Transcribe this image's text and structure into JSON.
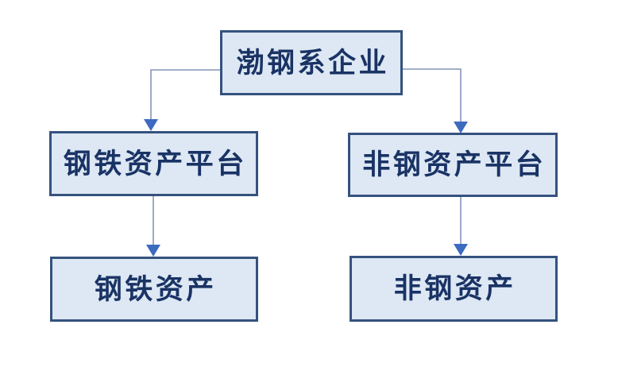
{
  "diagram": {
    "type": "org-chart",
    "nodes": {
      "root": {
        "label": "渤钢系企业"
      },
      "steel_platform": {
        "label": "钢铁资产平台"
      },
      "nonsteel_platform": {
        "label": "非钢资产平台"
      },
      "steel_assets": {
        "label": "钢铁资产"
      },
      "nonsteel_assets": {
        "label": "非钢资产"
      }
    },
    "edges": [
      {
        "from": "root",
        "to": "steel_platform"
      },
      {
        "from": "root",
        "to": "nonsteel_platform"
      },
      {
        "from": "steel_platform",
        "to": "steel_assets"
      },
      {
        "from": "nonsteel_platform",
        "to": "nonsteel_assets"
      }
    ],
    "colors": {
      "background": "#ffffff",
      "box_fill": "#dde8f4",
      "box_border": "#35527e",
      "text": "#1a3365",
      "connector_line": "#8494b8",
      "arrow": "#3c6bc0"
    }
  }
}
